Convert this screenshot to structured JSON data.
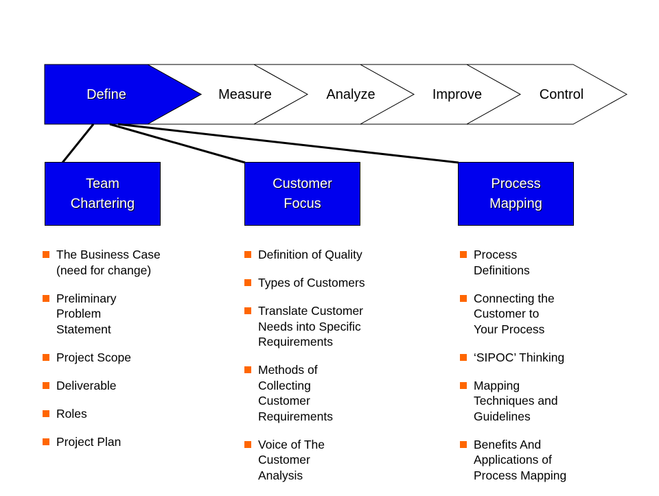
{
  "stages": [
    {
      "label": "Define",
      "active": true
    },
    {
      "label": "Measure",
      "active": false
    },
    {
      "label": "Analyze",
      "active": false
    },
    {
      "label": "Improve",
      "active": false
    },
    {
      "label": "Control",
      "active": false
    }
  ],
  "colors": {
    "active_fill": "#0000ee",
    "bullet": "#ff6600",
    "outline": "#000000"
  },
  "columns": [
    {
      "title": "Team\nChartering",
      "items": [
        "The Business Case\n(need for change)",
        "Preliminary\nProblem\nStatement",
        "Project Scope",
        "Deliverable",
        "Roles",
        "Project Plan"
      ]
    },
    {
      "title": "Customer\nFocus",
      "items": [
        "Definition of Quality",
        "Types of Customers",
        "Translate Customer\nNeeds into Specific\nRequirements",
        "Methods of\nCollecting\nCustomer\nRequirements",
        "Voice of The\nCustomer\nAnalysis"
      ]
    },
    {
      "title": "Process\nMapping",
      "items": [
        "Process\nDefinitions",
        "Connecting the\nCustomer to\nYour Process",
        "‘SIPOC’ Thinking",
        "Mapping\nTechniques and\nGuidelines",
        "Benefits And\nApplications of\nProcess Mapping"
      ]
    }
  ]
}
